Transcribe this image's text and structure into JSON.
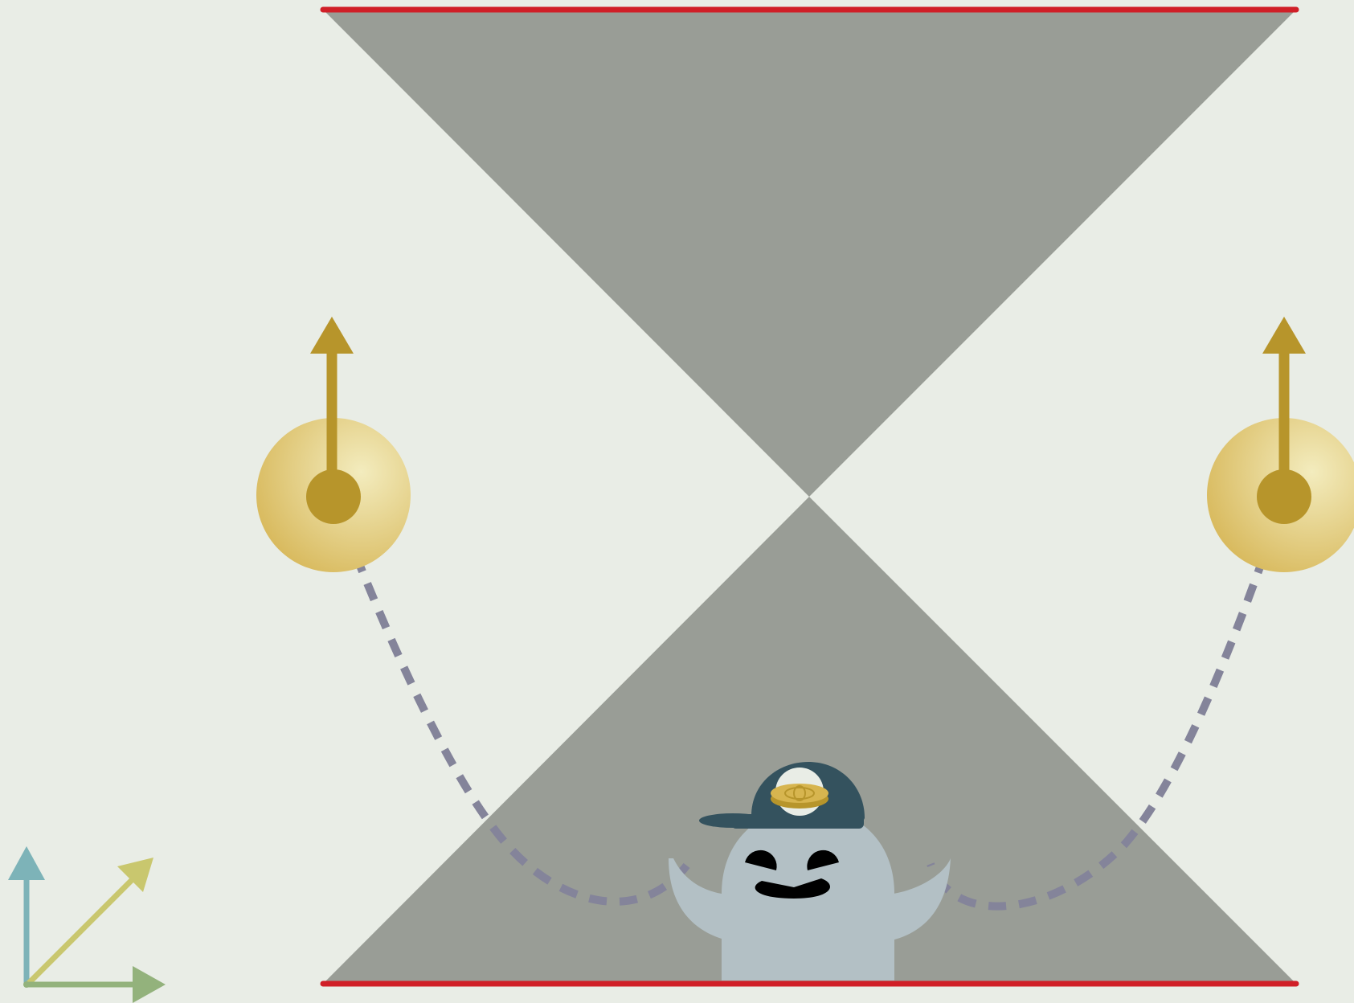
{
  "diagram": {
    "colors": {
      "background": "#e9ede6",
      "cone": "#999d96",
      "boundary": "#d01f27",
      "particle_glow_inner": "#f3ecbe",
      "particle_glow_outer": "#d8b95c",
      "particle_core": "#b7952b",
      "worldline": "#84849a",
      "character_body": "#b3c0c5",
      "character_cap": "#34525e",
      "badge": "#d7b54f",
      "badge_edge": "#b7952b",
      "axis_time": "#7db3b8",
      "axis_diagonal": "#c9c76e",
      "axis_space": "#93b27c"
    },
    "elements": [
      {
        "name": "light-cone-upper",
        "shape": "triangle"
      },
      {
        "name": "light-cone-lower",
        "shape": "triangle"
      },
      {
        "name": "top-boundary",
        "shape": "line"
      },
      {
        "name": "bottom-boundary",
        "shape": "line"
      },
      {
        "name": "left-particle",
        "shape": "circle-with-upward-arrow"
      },
      {
        "name": "right-particle",
        "shape": "circle-with-upward-arrow"
      },
      {
        "name": "left-worldline",
        "shape": "dashed-curve"
      },
      {
        "name": "right-worldline",
        "shape": "dashed-curve"
      },
      {
        "name": "character",
        "shape": "figure-with-cap"
      },
      {
        "name": "axes-icon",
        "shape": "three-arrows"
      }
    ]
  }
}
